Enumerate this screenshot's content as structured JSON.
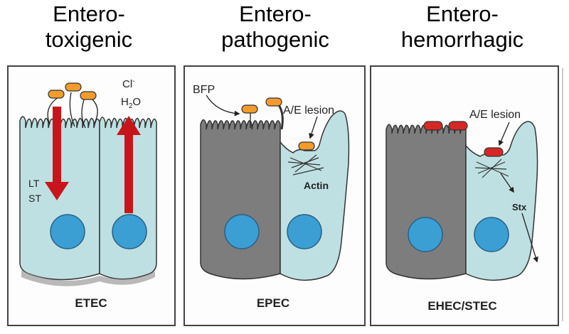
{
  "columns": [
    {
      "title_line1": "Entero-",
      "title_line2": "toxigenic",
      "caption": "ETEC",
      "labels": {
        "toxin_top": "LT",
        "toxin_bottom": "ST",
        "ion": "Cl",
        "ion_sup": "-",
        "water": "H",
        "water_sub": "2",
        "water_end": "O"
      }
    },
    {
      "title_line1": "Entero-",
      "title_line2": "pathogenic",
      "caption": "EPEC",
      "labels": {
        "bfp": "BFP",
        "lesion": "A/E lesion",
        "actin": "Actin"
      }
    },
    {
      "title_line1": "Entero-",
      "title_line2": "hemorrhagic",
      "caption": "EHEC/STEC",
      "labels": {
        "lesion": "A/E lesion",
        "toxin": "Stx"
      }
    }
  ],
  "colors": {
    "cell_light": "#bfe0e2",
    "cell_dark": "#7d7d7d",
    "nucleus": "#3b9fd3",
    "bacteria_orange": "#f39c2b",
    "bacteria_red": "#d62727",
    "toxin_arrow": "#c8151b"
  }
}
